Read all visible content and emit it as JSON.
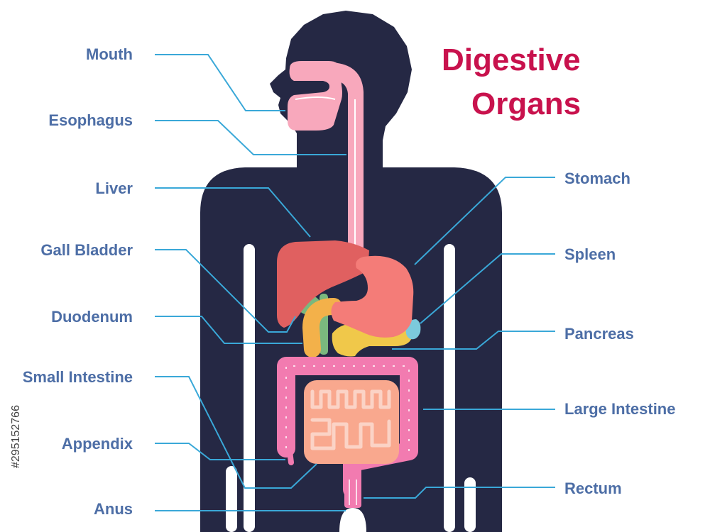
{
  "title": {
    "line1": "Digestive",
    "line2": "Organs"
  },
  "labels": {
    "mouth": "Mouth",
    "esophagus": "Esophagus",
    "liver": "Liver",
    "gall_bladder": "Gall Bladder",
    "duodenum": "Duodenum",
    "small_intestine": "Small Intestine",
    "appendix": "Appendix",
    "anus": "Anus",
    "stomach": "Stomach",
    "spleen": "Spleen",
    "pancreas": "Pancreas",
    "large_intestine": "Large Intestine",
    "rectum": "Rectum"
  },
  "stock_id": "#295152766",
  "colors": {
    "body": "#252844",
    "leader": "#3aa8d8",
    "label": "#4d6ea6",
    "title": "#c8124d",
    "esophagus": "#f8a8bc",
    "liver": "#e06060",
    "stomach": "#f47c78",
    "gallbladder": "#7ab87e",
    "duodenum": "#f3b14a",
    "pancreas": "#f0c84a",
    "spleen": "#7ccadc",
    "large_intestine": "#f27bb0",
    "small_intestine": "#f9a88e"
  }
}
